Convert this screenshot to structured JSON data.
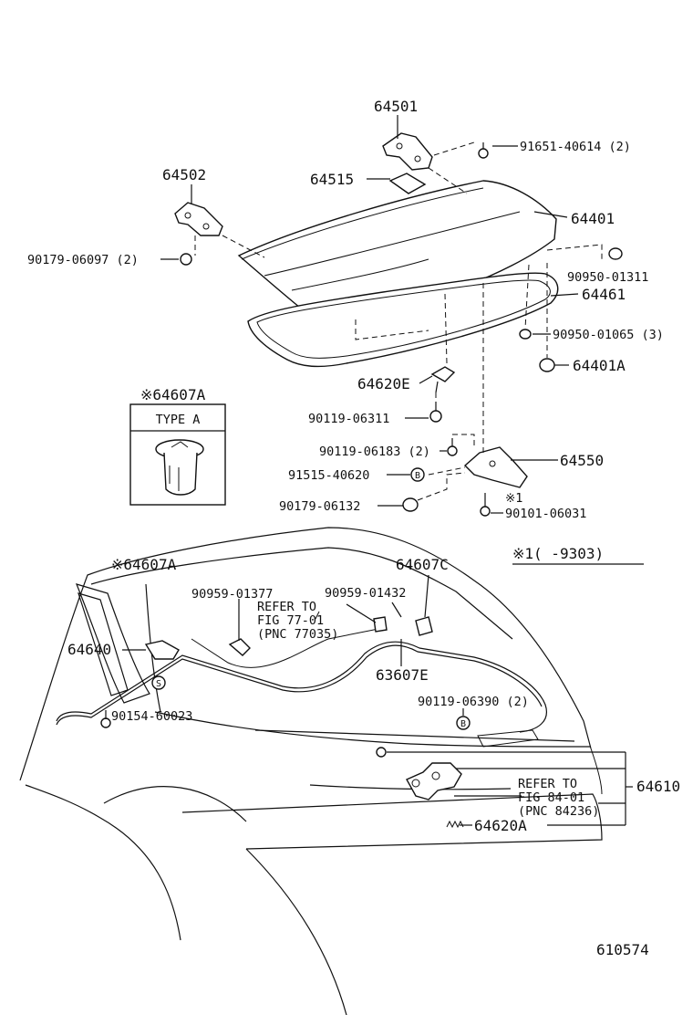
{
  "labels": {
    "p64501": "64501",
    "p91651": "91651-40614 (2)",
    "p64515": "64515",
    "p64502": "64502",
    "p64401": "64401",
    "p90179a": "90179-06097 (2)",
    "p90950a": "90950-01311",
    "p64461": "64461",
    "p90950b": "90950-01065 (3)",
    "p64401A": "64401A",
    "p64620E": "64620E",
    "p64607A_box": "※64607A",
    "typeA": "TYPE A",
    "p90119a": "90119-06311",
    "p90119b": "90119-06183 (2)",
    "p64550": "64550",
    "p91515": "91515-40620",
    "p90179b": "90179-06132",
    "star1": "※1",
    "p90101": "90101-06031",
    "p64607A": "※64607A",
    "p64607C": "64607C",
    "note_range": "※1(     -9303)",
    "p90959a": "90959-01377",
    "p90959b": "90959-01432",
    "ref1_l1": "REFER TO",
    "ref1_l2": "FIG 77-01",
    "ref1_l3": "(PNC 77035)",
    "p64640": "64640",
    "p63607E": "63607E",
    "p90154": "90154-60023",
    "p90119c": "90119-06390 (2)",
    "p64610": "64610",
    "ref2_l1": "REFER TO",
    "ref2_l2": "FIG 84-01",
    "ref2_l3": "(PNC 84236)",
    "p64620A": "64620A",
    "figno": "610574",
    "symS": "S",
    "symB": "B"
  }
}
